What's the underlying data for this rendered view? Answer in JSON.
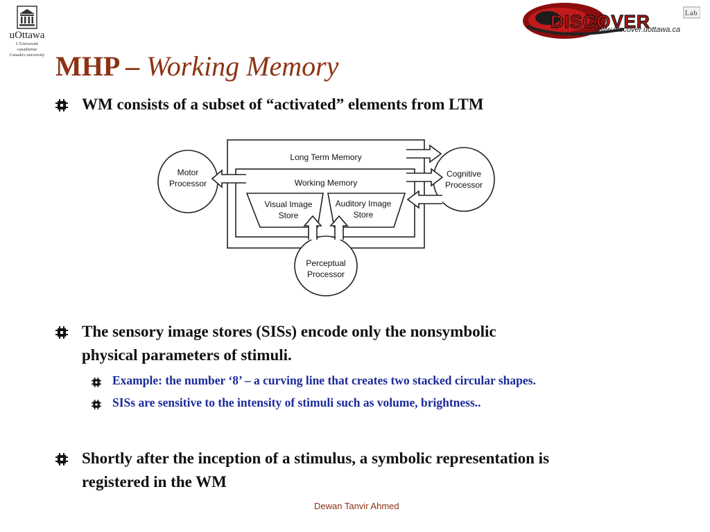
{
  "header": {
    "university_name": "uOttawa",
    "university_sub1": "L'Université canadienne",
    "university_sub2": "Canada's university",
    "lab_logo_text": "DISCOVER",
    "lab_badge": "Lab",
    "lab_url": "www.discover.uottawa.ca"
  },
  "slide": {
    "title_prefix": "MHP – ",
    "title_italic": "Working Memory",
    "bullets": [
      {
        "text": "WM consists of a subset of “activated” elements from LTM"
      },
      {
        "line1": "The sensory image stores (SISs) encode only the nonsymbolic",
        "line2": "physical parameters of stimuli."
      },
      {
        "line1": "Shortly after the inception of a stimulus, a symbolic representation is",
        "line2": "registered in the WM"
      }
    ],
    "sub_bullets": [
      "Example: the number ‘8’ – a curving line that creates two stacked circular shapes.",
      "SISs are sensitive to the intensity of stimuli such as volume, brightness.."
    ]
  },
  "diagram": {
    "ltm_label": "Long Term Memory",
    "wm_label": "Working Memory",
    "motor_line1": "Motor",
    "motor_line2": "Processor",
    "cognitive_line1": "Cognitive",
    "cognitive_line2": "Processor",
    "visual_line1": "Visual Image",
    "visual_line2": "Store",
    "auditory_line1": "Auditory Image",
    "auditory_line2": "Store",
    "perceptual_line1": "Perceptual",
    "perceptual_line2": "Processor"
  },
  "footer": {
    "author": "Dewan Tanvir Ahmed"
  },
  "colors": {
    "title": "#8b3314",
    "sub_bullet": "#1a2a9a",
    "footer": "#8b3314"
  },
  "icons": {
    "bullet": "square-hash-bullet-icon",
    "logo": "university-building-icon"
  }
}
